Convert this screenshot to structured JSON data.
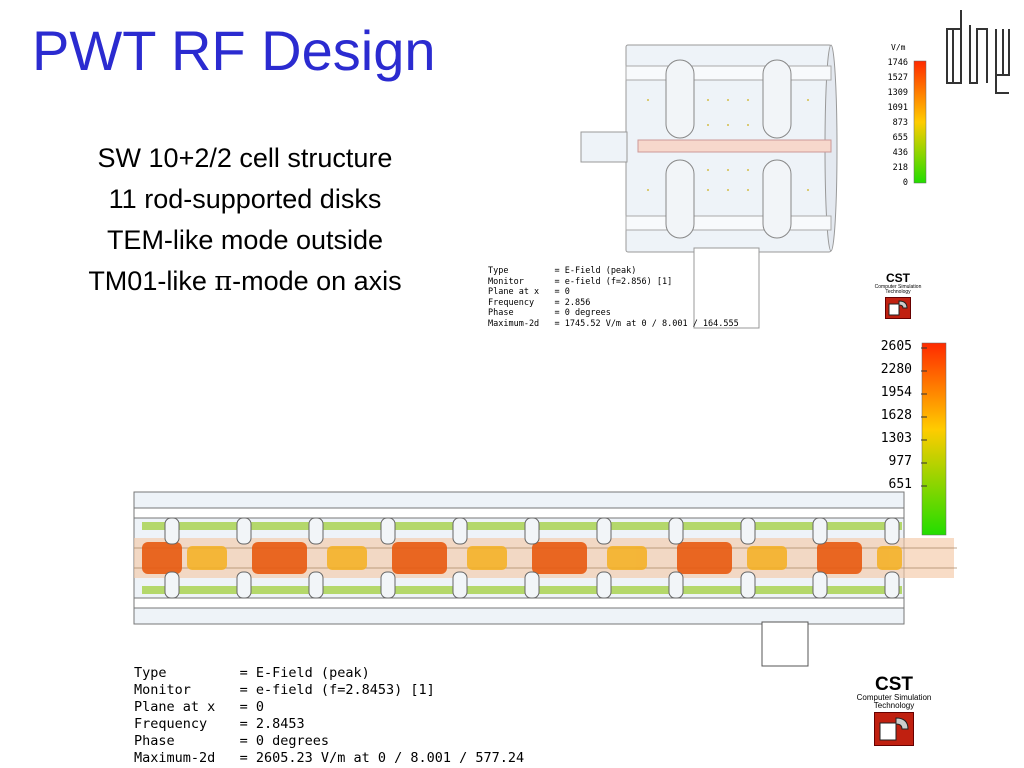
{
  "slide": {
    "title": "PWT RF Design",
    "bullets": [
      "SW 10+2/2 cell structure",
      "11 rod-supported disks",
      "TEM-like mode outside"
    ],
    "bullet4_prefix": "TM01-like ",
    "bullet4_symbol": "π",
    "bullet4_suffix": "-mode on axis"
  },
  "small_plot": {
    "unit": "V/m",
    "scale_labels": [
      "1746",
      "1527",
      "1309",
      "1091",
      "873",
      "655",
      "436",
      "218",
      "0"
    ],
    "info": [
      "Type         = E-Field (peak)",
      "Monitor      = e-field (f=2.856) [1]",
      "Plane at x   = 0",
      "Frequency    = 2.856",
      "Phase        = 0 degrees",
      "Maximum-2d   = 1745.52 V/m at 0 / 8.001 / 164.555"
    ],
    "cst_name": "CST",
    "cst_sub1": "Computer Simulation",
    "cst_sub2": "Technology"
  },
  "big_plot": {
    "scale_labels": [
      "2605",
      "2280",
      "1954",
      "1628",
      "1303",
      "977",
      "651"
    ],
    "info": [
      "Type         = E-Field (peak)",
      "Monitor      = e-field (f=2.8453) [1]",
      "Plane at x   = 0",
      "Frequency    = 2.8453",
      "Phase        = 0 degrees",
      "Maximum-2d   = 2605.23 V/m at 0 / 8.001 / 577.24"
    ],
    "cst_name": "CST",
    "cst_sub1": "Computer Simulation",
    "cst_sub2": "Technology"
  },
  "colors": {
    "title": "#2b2bd0",
    "scale_top": "#ff2a00",
    "scale_mid": "#ffcc00",
    "scale_bottom": "#22dd00"
  },
  "icons": [
    "desy-logo-icon",
    "cst-logo-icon"
  ]
}
